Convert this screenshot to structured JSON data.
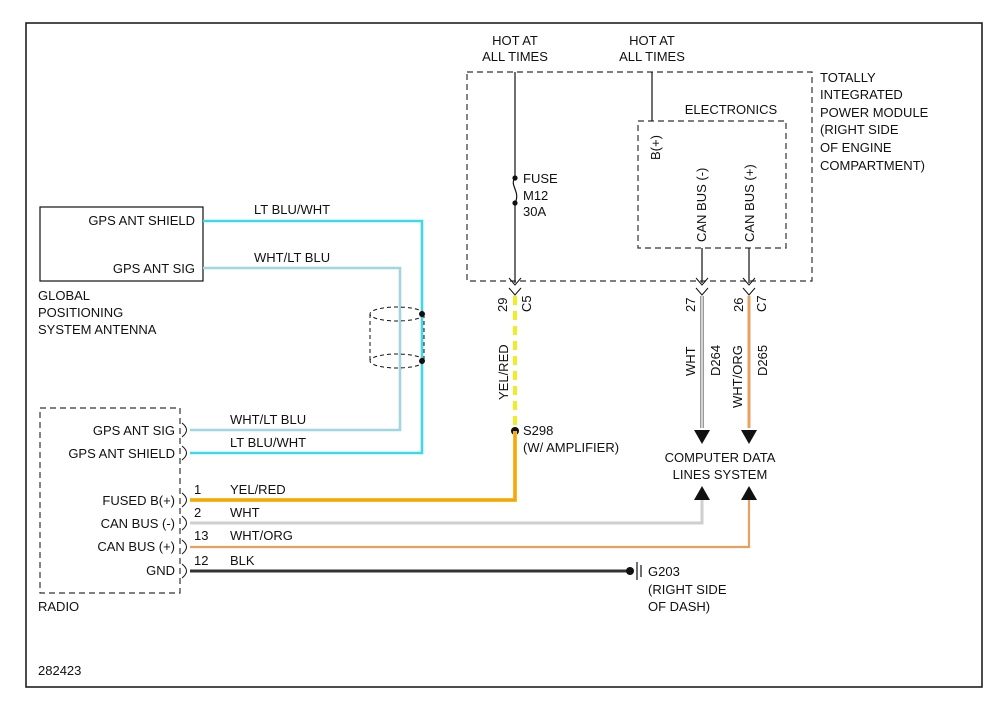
{
  "diagram_id": "282423",
  "colors": {
    "lt_blu_wht": "#3fd8e8",
    "wht_lt_blu": "#9fd6e0",
    "yel_red": "#f2c21b",
    "yel_red_inner": "#ff8a1a",
    "wht": "#c9c9c9",
    "wht_org": "#e8a060",
    "blk": "#333333",
    "yel_dash": "#f0ee20"
  },
  "power_sources": {
    "left": [
      "HOT AT",
      "ALL TIMES"
    ],
    "right": [
      "HOT AT",
      "ALL TIMES"
    ]
  },
  "tipm": {
    "label": [
      "TOTALLY",
      "INTEGRATED",
      "POWER MODULE",
      "(RIGHT SIDE",
      "OF ENGINE",
      "COMPARTMENT)"
    ],
    "electronics_label": "ELECTRONICS",
    "bplus_label": "B(+)",
    "can_minus_label": "CAN BUS (-)",
    "can_plus_label": "CAN BUS (+)",
    "fuse_name": "FUSE",
    "fuse_id": "M12",
    "fuse_rating": "30A"
  },
  "connectors": {
    "c5": {
      "pin": "29",
      "name": "C5"
    },
    "c7_left": {
      "pin": "27"
    },
    "c7_right": {
      "pin": "26",
      "name": "C7"
    }
  },
  "wires": {
    "yel_red_vert": "YEL/RED",
    "wht_vert": "WHT",
    "d264": "D264",
    "wht_org_vert": "WHT/ORG",
    "d265": "D265"
  },
  "splice": {
    "name": "S298",
    "note": "(W/ AMPLIFIER)"
  },
  "cdl_system": [
    "COMPUTER DATA",
    "LINES SYSTEM"
  ],
  "gps": {
    "shield_label": "GPS ANT SHIELD",
    "sig_label": "GPS ANT SIG",
    "name": [
      "GLOBAL",
      "POSITIONING",
      "SYSTEM ANTENNA"
    ],
    "wire_shield": "LT BLU/WHT",
    "wire_sig": "WHT/LT BLU"
  },
  "radio": {
    "name": "RADIO",
    "pins": [
      {
        "label": "GPS ANT SIG",
        "number": "",
        "wire": "WHT/LT BLU"
      },
      {
        "label": "GPS ANT SHIELD",
        "number": "",
        "wire": "LT BLU/WHT"
      },
      {
        "label": "FUSED B(+)",
        "number": "1",
        "wire": "YEL/RED"
      },
      {
        "label": "CAN BUS (-)",
        "number": "2",
        "wire": "WHT"
      },
      {
        "label": "CAN BUS (+)",
        "number": "13",
        "wire": "WHT/ORG"
      },
      {
        "label": "GND",
        "number": "12",
        "wire": "BLK"
      }
    ]
  },
  "ground": {
    "name": "G203",
    "location": [
      "(RIGHT SIDE",
      "OF DASH)"
    ]
  }
}
